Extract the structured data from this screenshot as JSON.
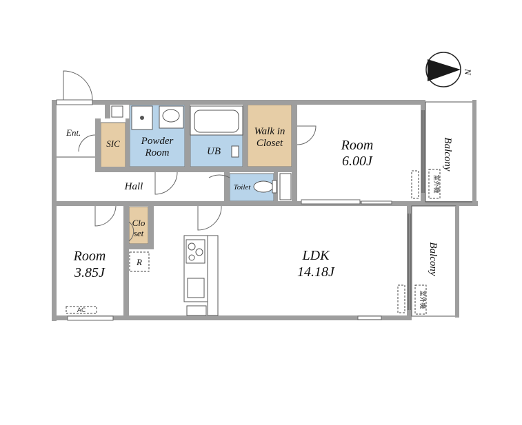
{
  "compass": {
    "label": "N"
  },
  "rooms": {
    "entrance": "Ent.",
    "sic": "SIC",
    "powder_room": [
      "Powder",
      "Room"
    ],
    "ub": "UB",
    "walk_in_closet": [
      "Walk in",
      "Closet"
    ],
    "room_a": [
      "Room",
      "6.00J"
    ],
    "balcony_a": "Balcony",
    "hall": "Hall",
    "toilet": "Toilet",
    "closet": [
      "Clo",
      "set"
    ],
    "room_b": [
      "Room",
      "3.85J"
    ],
    "refrigerator": "R",
    "ldk": [
      "LDK",
      "14.18J"
    ],
    "balcony_b": "Balcony",
    "ac_mark": "AC",
    "outdoor_unit": "室外機"
  },
  "colors": {
    "wall": "#9e9e9e",
    "wet_area": "#b8d4ea",
    "storage": "#e6cda6",
    "compass_fill": "#1a1a1a"
  }
}
